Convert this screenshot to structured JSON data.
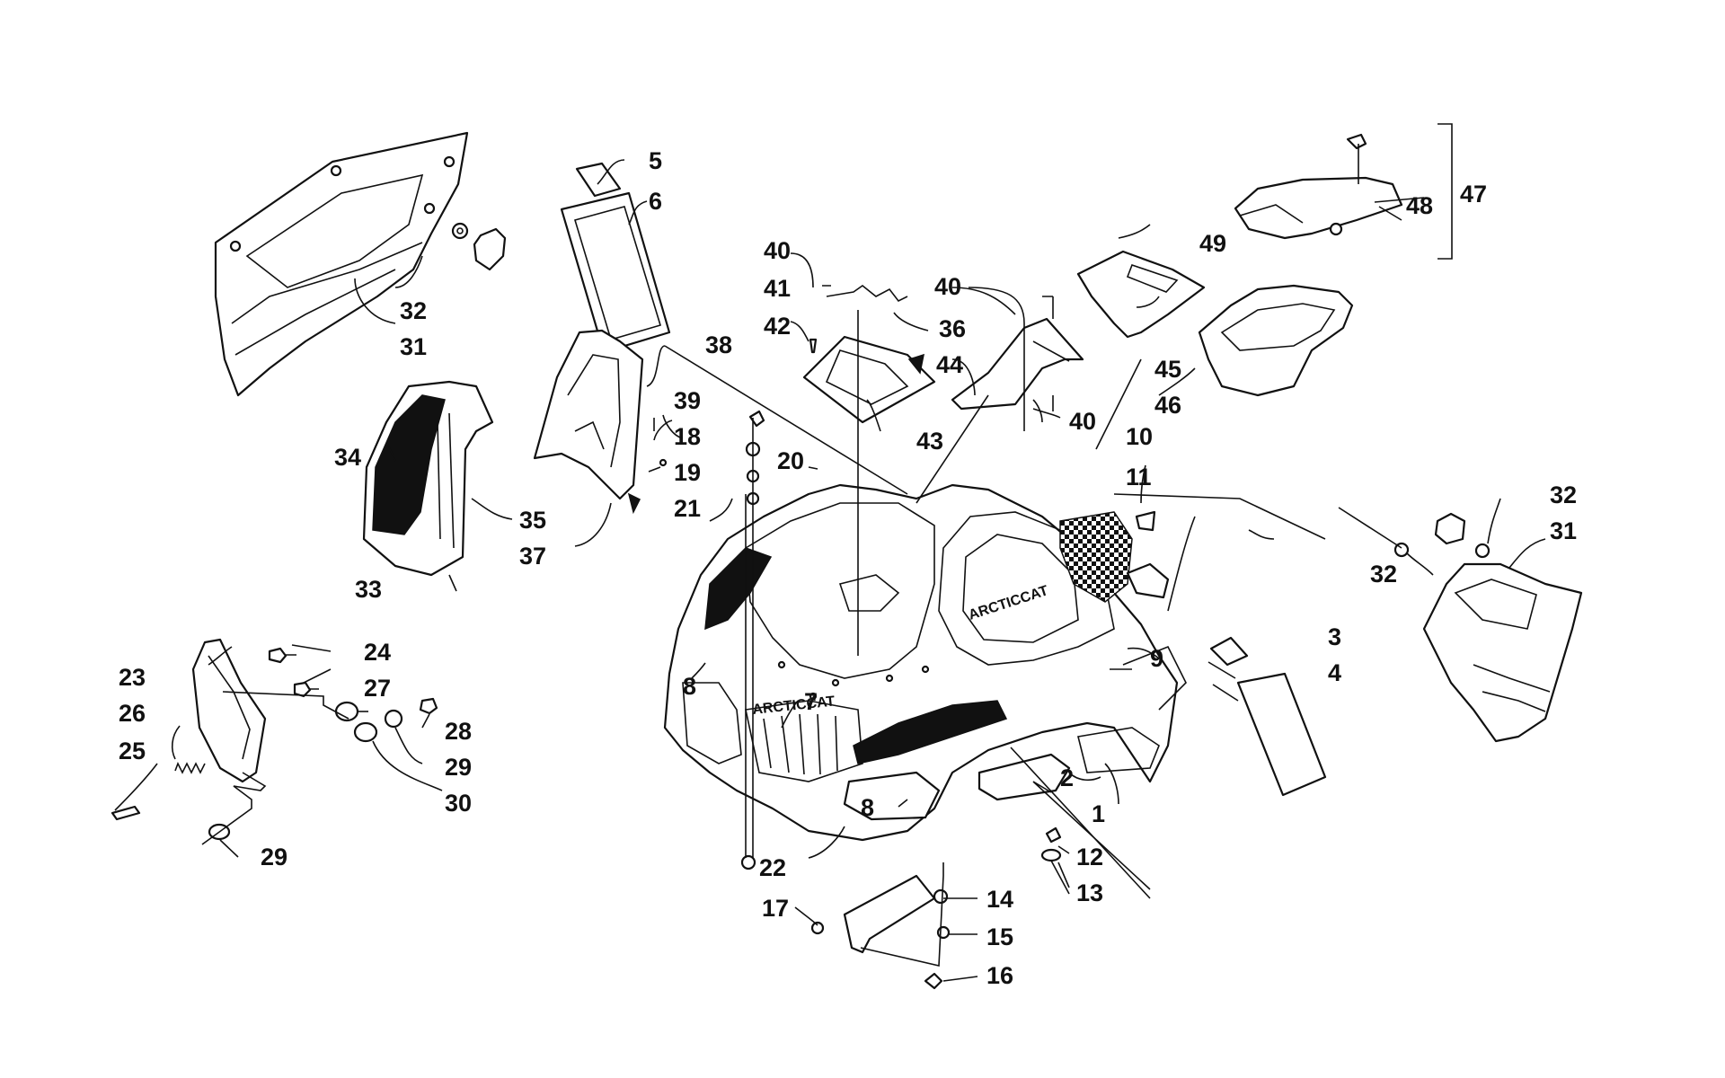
{
  "emblems": {
    "front_badge": "ARCTICCAT",
    "side_badge": "ARCTICCAT"
  },
  "labels": [
    {
      "id": "l1",
      "text": "1"
    },
    {
      "id": "l2",
      "text": "2"
    },
    {
      "id": "l3",
      "text": "3"
    },
    {
      "id": "l4",
      "text": "4"
    },
    {
      "id": "l5",
      "text": "5"
    },
    {
      "id": "l6",
      "text": "6"
    },
    {
      "id": "l7",
      "text": "7"
    },
    {
      "id": "l8a",
      "text": "8"
    },
    {
      "id": "l8b",
      "text": "8"
    },
    {
      "id": "l9",
      "text": "9"
    },
    {
      "id": "l10",
      "text": "10"
    },
    {
      "id": "l11",
      "text": "11"
    },
    {
      "id": "l12",
      "text": "12"
    },
    {
      "id": "l13",
      "text": "13"
    },
    {
      "id": "l14",
      "text": "14"
    },
    {
      "id": "l15",
      "text": "15"
    },
    {
      "id": "l16",
      "text": "16"
    },
    {
      "id": "l17",
      "text": "17"
    },
    {
      "id": "l18",
      "text": "18"
    },
    {
      "id": "l19",
      "text": "19"
    },
    {
      "id": "l20",
      "text": "20"
    },
    {
      "id": "l21",
      "text": "21"
    },
    {
      "id": "l22",
      "text": "22"
    },
    {
      "id": "l23",
      "text": "23"
    },
    {
      "id": "l24",
      "text": "24"
    },
    {
      "id": "l25",
      "text": "25"
    },
    {
      "id": "l26",
      "text": "26"
    },
    {
      "id": "l27",
      "text": "27"
    },
    {
      "id": "l28",
      "text": "28"
    },
    {
      "id": "l29a",
      "text": "29"
    },
    {
      "id": "l29b",
      "text": "29"
    },
    {
      "id": "l30",
      "text": "30"
    },
    {
      "id": "l31a",
      "text": "31"
    },
    {
      "id": "l31b",
      "text": "31"
    },
    {
      "id": "l32a",
      "text": "32"
    },
    {
      "id": "l32b",
      "text": "32"
    },
    {
      "id": "l32c",
      "text": "32"
    },
    {
      "id": "l33",
      "text": "33"
    },
    {
      "id": "l34",
      "text": "34"
    },
    {
      "id": "l35",
      "text": "35"
    },
    {
      "id": "l36",
      "text": "36"
    },
    {
      "id": "l37",
      "text": "37"
    },
    {
      "id": "l38",
      "text": "38"
    },
    {
      "id": "l39",
      "text": "39"
    },
    {
      "id": "l40a",
      "text": "40"
    },
    {
      "id": "l40b",
      "text": "40"
    },
    {
      "id": "l40c",
      "text": "40"
    },
    {
      "id": "l41",
      "text": "41"
    },
    {
      "id": "l42",
      "text": "42"
    },
    {
      "id": "l43",
      "text": "43"
    },
    {
      "id": "l44",
      "text": "44"
    },
    {
      "id": "l45",
      "text": "45"
    },
    {
      "id": "l46",
      "text": "46"
    },
    {
      "id": "l47",
      "text": "47"
    },
    {
      "id": "l48",
      "text": "48"
    },
    {
      "id": "l49",
      "text": "49"
    }
  ]
}
